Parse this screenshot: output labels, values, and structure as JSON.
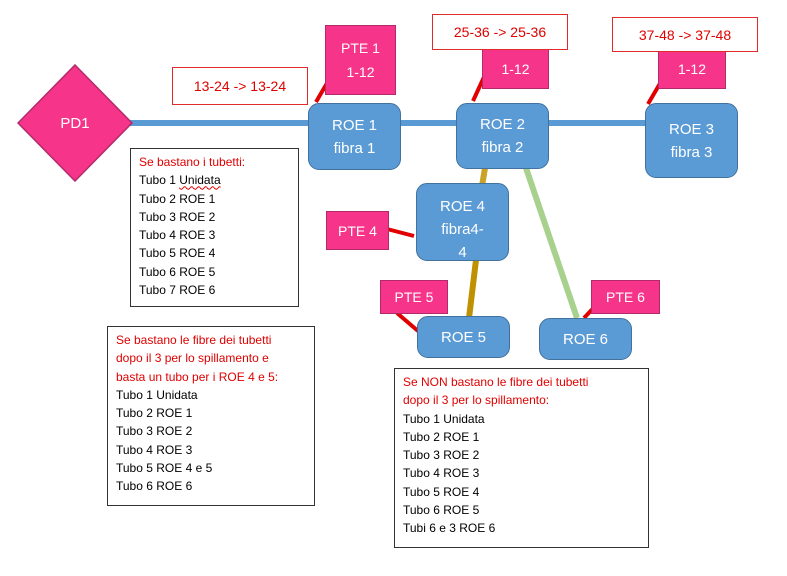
{
  "colors": {
    "roe_fill": "#5b9bd5",
    "pte_fill": "#f6358a",
    "pd_fill": "#f6358a",
    "trunk_line": "#5b9bd5",
    "roe2_roe4_line": "#c9a227",
    "roe4_roe5_line": "#bf9000",
    "roe2_roe6_line": "#a9d18e",
    "pointer_line": "#e00000",
    "heading_text": "#e00000"
  },
  "pd": {
    "label": "PD1"
  },
  "roe": [
    {
      "line1": "ROE 1",
      "line2": "fibra 1"
    },
    {
      "line1": "ROE 2",
      "line2": "fibra 2"
    },
    {
      "line1": "ROE 3",
      "line2": "fibra 3"
    },
    {
      "line1": "ROE 4",
      "line2": "fibra4-",
      "line3": "4"
    },
    {
      "line1": "ROE 5"
    },
    {
      "line1": "ROE 6"
    }
  ],
  "pte": [
    {
      "line1": "PTE 1",
      "line2": "1-12"
    },
    {
      "line1": "1-12"
    },
    {
      "line1": "1-12"
    },
    {
      "line1": "PTE 4"
    },
    {
      "line1": "PTE 5"
    },
    {
      "line1": "PTE 6"
    }
  ],
  "ranges": [
    "13-24 -> 13-24",
    "25-36 -> 25-36",
    "37-48 -> 37-48"
  ],
  "notes": [
    {
      "heading": [
        "Se bastano i tubetti:"
      ],
      "lines": [
        "Tubo 1 Unidata",
        "Tubo 2 ROE 1",
        "Tubo 3 ROE 2",
        "Tubo 4 ROE 3",
        "Tubo 5 ROE 4",
        "Tubo 6 ROE 5",
        "Tubo 7 ROE 6"
      ]
    },
    {
      "heading": [
        "Se bastano le fibre dei tubetti",
        "dopo il 3 per lo spillamento e",
        "basta un tubo per i ROE 4 e 5:"
      ],
      "lines": [
        "Tubo 1 Unidata",
        "Tubo 2 ROE 1",
        "Tubo 3 ROE 2",
        "Tubo 4 ROE 3",
        "Tubo 5 ROE 4 e 5",
        "Tubo 6 ROE 6"
      ]
    },
    {
      "heading": [
        "Se NON bastano le fibre dei tubetti",
        "dopo il 3 per lo spillamento:"
      ],
      "lines": [
        "Tubo 1 Unidata",
        "Tubo 2 ROE 1",
        "Tubo 3 ROE 2",
        "Tubo 4 ROE 3",
        "Tubo 5 ROE 4",
        "Tubo 6 ROE 5",
        "Tubi 6 e 3 ROE 6"
      ]
    }
  ]
}
